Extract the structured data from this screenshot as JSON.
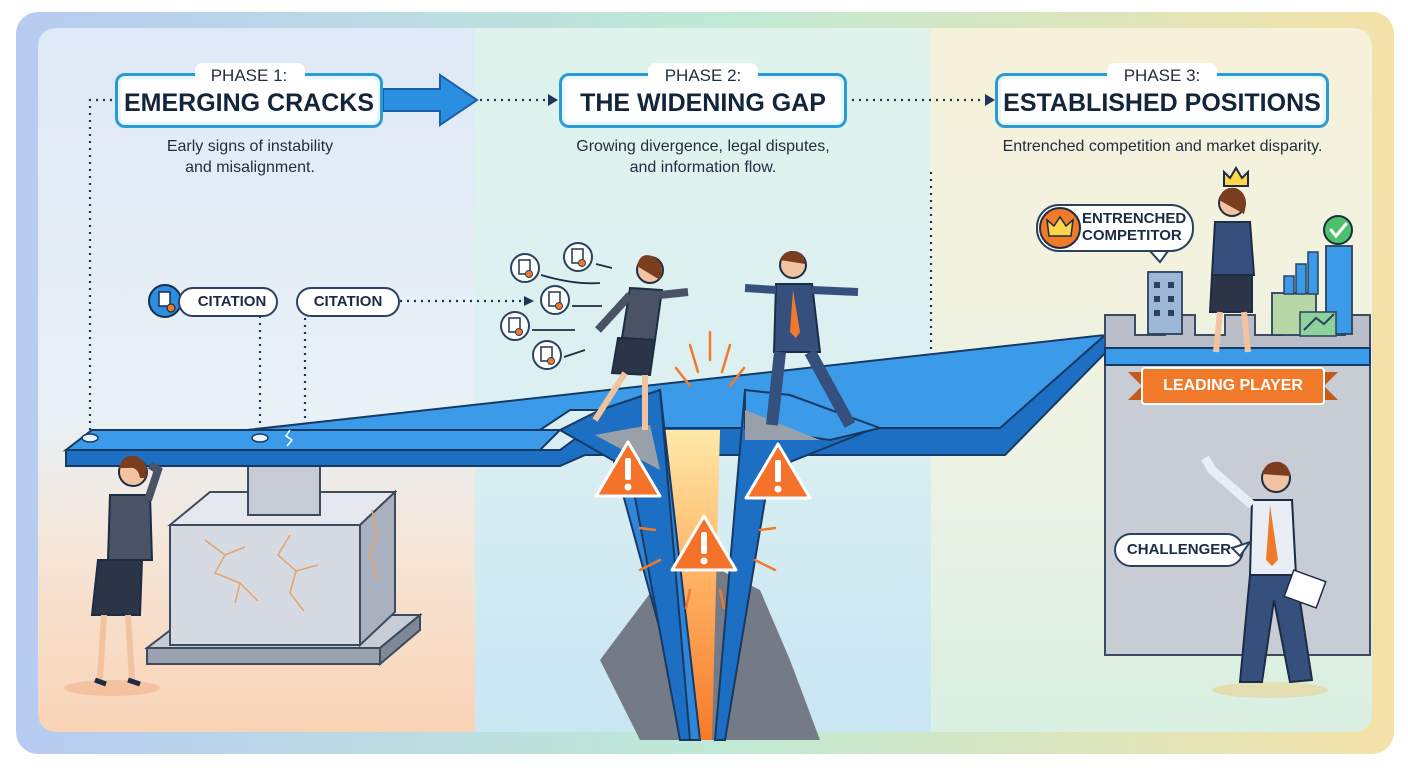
{
  "phases": [
    {
      "kicker": "PHASE 1:",
      "title": "EMERGING CRACKS",
      "description": [
        "Early signs of instability",
        "and misalignment."
      ]
    },
    {
      "kicker": "PHASE 2:",
      "title": "THE WIDENING GAP",
      "description": [
        "Growing divergence, legal disputes,",
        "and information flow."
      ]
    },
    {
      "kicker": "PHASE 3:",
      "title": "ESTABLISHED POSITIONS",
      "description": [
        "Entrenched competition and market disparity."
      ]
    }
  ],
  "labels": {
    "citation_1": "CITATION",
    "citation_2": "CITATION",
    "entrenched_line1": "ENTRENCHED",
    "entrenched_line2": "COMPETITOR",
    "leading_player": "LEADING PLAYER",
    "challenger": "CHALLENGER"
  },
  "colors": {
    "path_blue": "#2a8fe0",
    "accent_orange": "#f07a2a",
    "warning_orange": "#f5722a",
    "navy": "#1c2c44",
    "phase1_bg": "#e6eff8",
    "phase2_bg": "#dff3ef",
    "phase3_bg": "#f6f3de"
  },
  "icons": [
    "document-icon",
    "crown-icon",
    "warning-icon",
    "check-icon",
    "building-icon"
  ]
}
